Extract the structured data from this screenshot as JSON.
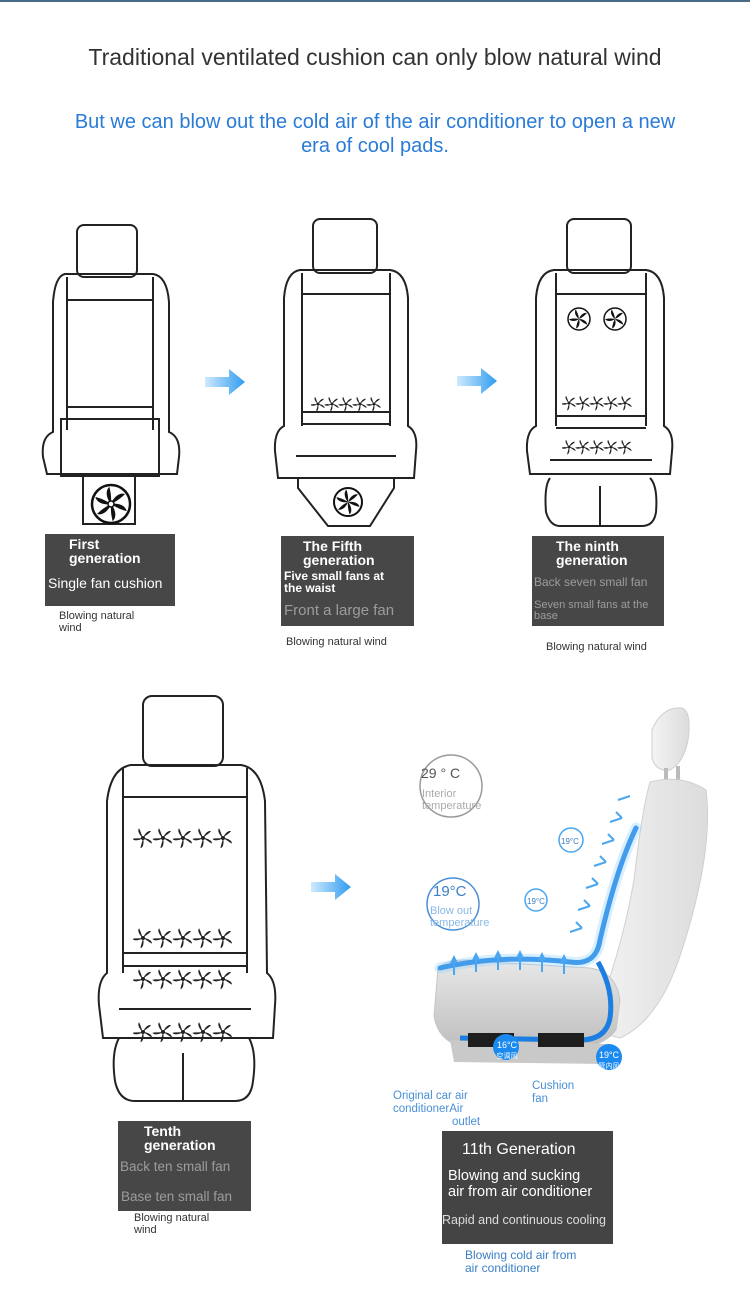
{
  "header": {
    "line1": "Traditional ventilated cushion can only blow natural wind",
    "line2": "But we can blow out the cold air of the air conditioner to open a new era of cool pads."
  },
  "colors": {
    "accent_blue": "#2a7bd6",
    "arrow_blue": "#3ea6f2",
    "label_bg": "#474747"
  },
  "generations": [
    {
      "title_line1": "First",
      "title_line2": "generation",
      "desc1": "Single fan cushion",
      "caption_line1": "Blowing natural",
      "caption_line2": "wind"
    },
    {
      "title_line1": "The Fifth",
      "title_line2": "generation",
      "desc1_line1": "Five small fans at",
      "desc1_line2": "the waist",
      "desc2": "Front a large fan",
      "caption": "Blowing natural wind"
    },
    {
      "title_line1": "The ninth",
      "title_line2": "generation",
      "desc1": "Back seven small fan",
      "desc2_line1": "Seven small fans at the",
      "desc2_line2": "base",
      "caption": "Blowing natural wind"
    },
    {
      "title_line1": "Tenth",
      "title_line2": "generation",
      "desc1": "Back ten small fan",
      "desc2": "Base ten small fan",
      "caption_line1": "Blowing natural",
      "caption_line2": "wind"
    }
  ],
  "eleventh": {
    "interior_temp": "29 ° C",
    "interior_label_line1": "Interior",
    "interior_label_line2": "temperature",
    "blow_temp": "19°C",
    "blow_label_line1": "Blow out",
    "blow_label_line2": "temperature",
    "small_temp_a": "19°C",
    "small_temp_b": "19°C",
    "outlet_temp": "16°C",
    "outlet_sub": "空调风",
    "inner_temp": "19°C",
    "inner_sub": "管内风",
    "ac_label_line1": "Original car air",
    "ac_label_line2": "conditionerAir",
    "ac_label_line3": "outlet",
    "fan_label_line1": "Cushion",
    "fan_label_line2": "fan",
    "title": "11th Generation",
    "desc_line1": "Blowing and sucking",
    "desc_line2": "air from air conditioner",
    "desc2": "Rapid and continuous cooling",
    "caption_line1": "Blowing cold air from",
    "caption_line2": "air conditioner"
  }
}
